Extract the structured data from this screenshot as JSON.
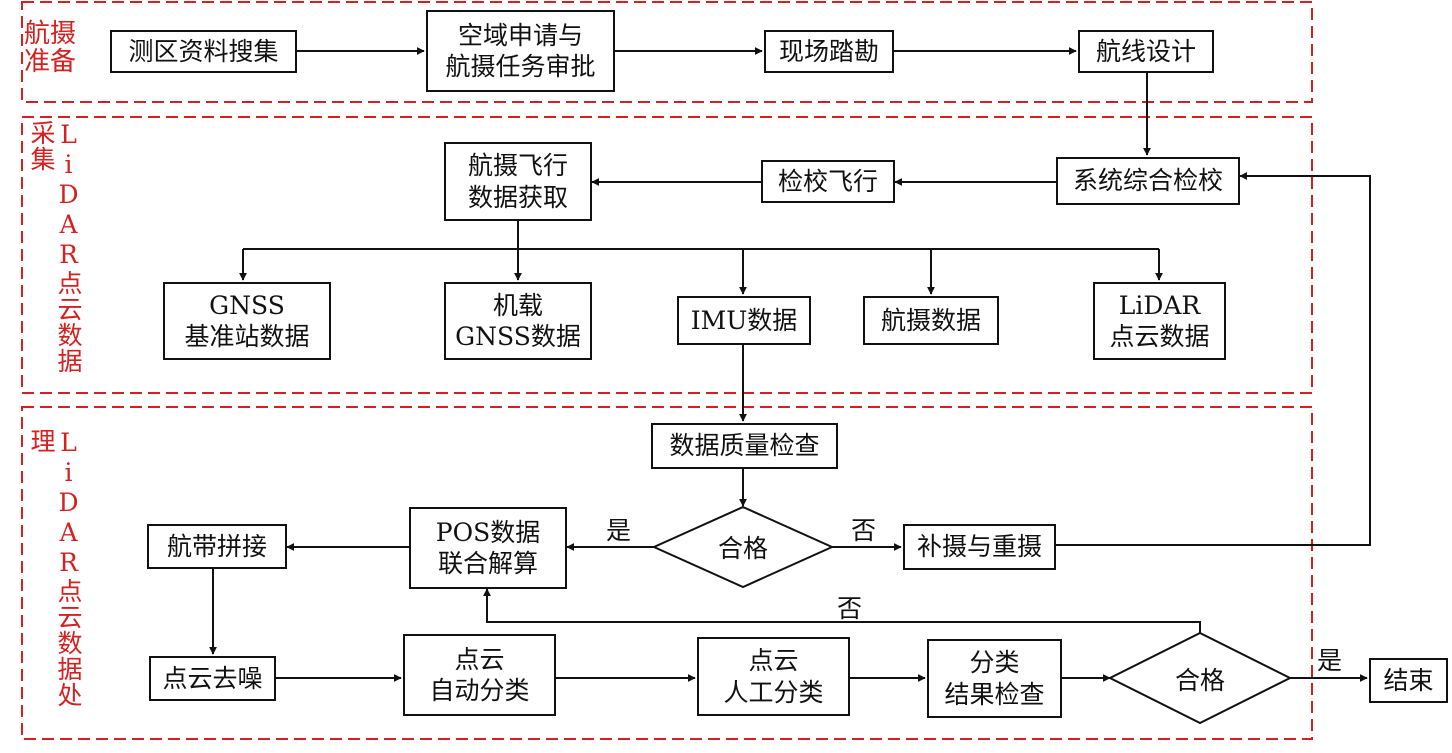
{
  "stages": {
    "prep": "航摄准备",
    "collect": "LiDAR点云数据采集",
    "process": "LiDAR点云数据处理"
  },
  "nodes": {
    "survey_data": "测区资料搜集",
    "airspace_line1": "空域申请与",
    "airspace_line2": "航摄任务审批",
    "site_survey": "现场踏勘",
    "route_design": "航线设计",
    "system_calib": "系统综合检校",
    "calib_flight": "检校飞行",
    "flight_line1": "航摄飞行",
    "flight_line2": "数据获取",
    "gnss_base_line1": "GNSS",
    "gnss_base_line2": "基准站数据",
    "airborne_gnss_line1": "机载",
    "airborne_gnss_line2": "GNSS数据",
    "imu": "IMU数据",
    "aerial_photo": "航摄数据",
    "lidar_line1": "LiDAR",
    "lidar_line2": "点云数据",
    "quality_check": "数据质量检查",
    "qualified_1": "合格",
    "pos_line1": "POS数据",
    "pos_line2": "联合解算",
    "reshoot": "补摄与重摄",
    "strip_stitch": "航带拼接",
    "denoise": "点云去噪",
    "auto_line1": "点云",
    "auto_line2": "自动分类",
    "manual_line1": "点云",
    "manual_line2": "人工分类",
    "check_line1": "分类",
    "check_line2": "结果检查",
    "qualified_2": "合格",
    "end": "结束"
  },
  "edge_labels": {
    "yes_1": "是",
    "no_1": "否",
    "no_2": "否",
    "yes_2": "是"
  },
  "colors": {
    "stage_border": "#d42020",
    "stage_label": "#d42020",
    "line": "#111111"
  }
}
